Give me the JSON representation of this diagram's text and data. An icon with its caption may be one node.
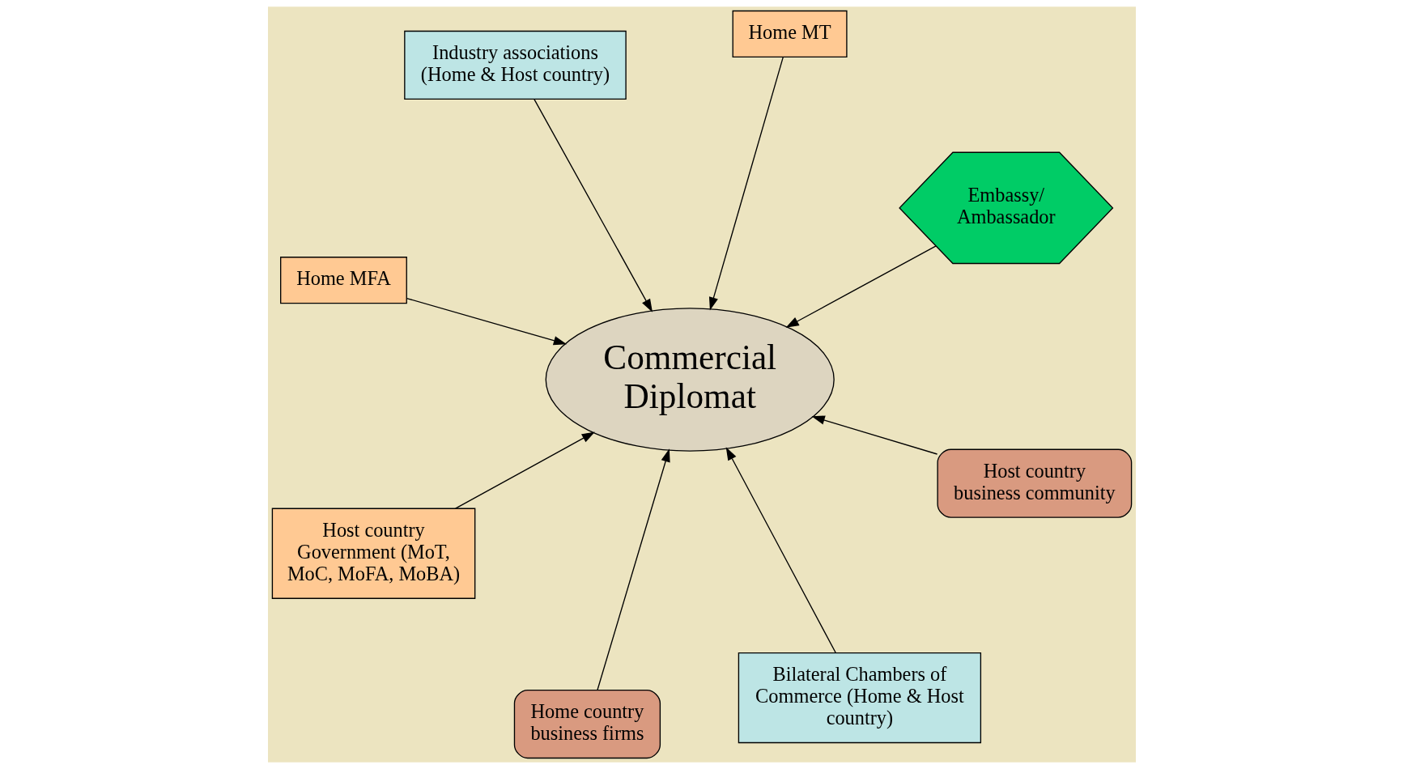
{
  "diagram": {
    "nodes": [
      {
        "text": [
          "Home MFA"
        ]
      },
      {
        "text": [
          "Embassy/ Ambassador"
        ]
      },
      {
        "text": [
          "Bilateral Chambers of Commerce (Home & Host country)"
        ]
      },
      {
        "text": [
          "Home MT"
        ]
      },
      {
        "text": [
          "Commercial Diplomat"
        ]
      },
      {
        "text": [
          "Industry associations (Home & Host country)"
        ]
      },
      {
        "text": [
          "Host country Government (MoT, MoC, MoFA, MoBA)"
        ]
      },
      {
        "text": [
          "Host country business community"
        ]
      },
      {
        "text": [
          "Home country business firms"
        ]
      }
    ],
    "edges": [
      {
        "from": 0,
        "to": 4,
        "arrow": "to"
      },
      {
        "from": 1,
        "to": 4,
        "arrow": "to"
      },
      {
        "from": 2,
        "to": 4,
        "arrow": "to"
      },
      {
        "from": 3,
        "to": 4,
        "arrow": "to"
      },
      {
        "from": 5,
        "to": 4,
        "arrow": "to"
      },
      {
        "from": 6,
        "to": 4,
        "arrow": "to"
      },
      {
        "from": 7,
        "to": 4,
        "arrow": "to"
      },
      {
        "from": 8,
        "to": 4,
        "arrow": "to"
      }
    ]
  }
}
